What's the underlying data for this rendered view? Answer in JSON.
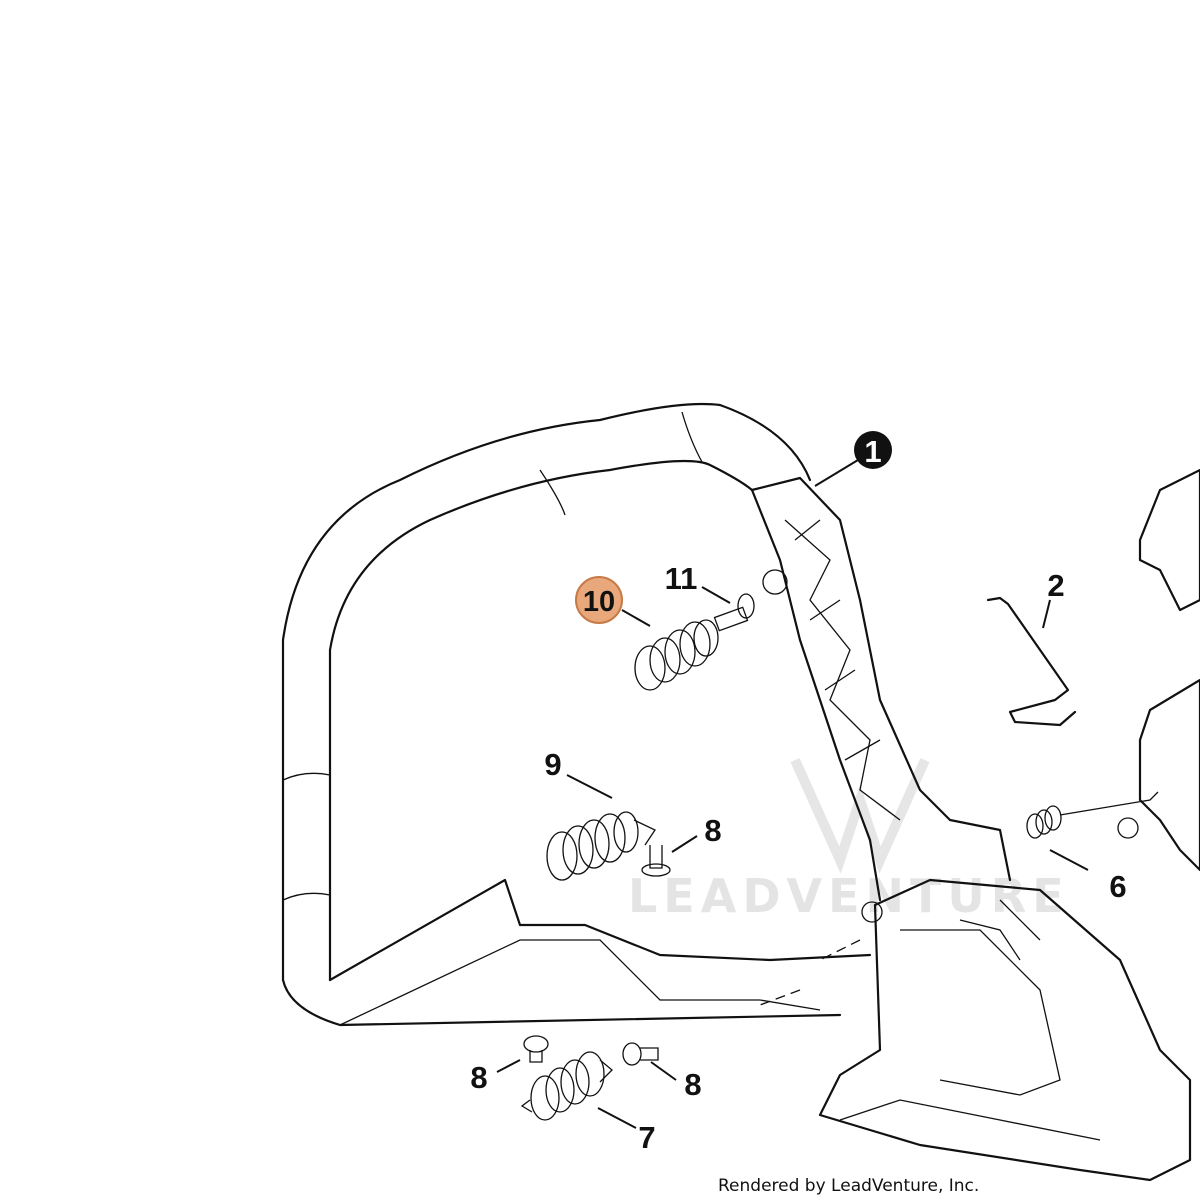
{
  "callouts": [
    {
      "id": "c1",
      "label": "1",
      "style": "filled"
    },
    {
      "id": "c2",
      "label": "2",
      "style": "plain"
    },
    {
      "id": "c6",
      "label": "6",
      "style": "plain"
    },
    {
      "id": "c7",
      "label": "7",
      "style": "plain"
    },
    {
      "id": "c8a",
      "label": "8",
      "style": "plain"
    },
    {
      "id": "c8b",
      "label": "8",
      "style": "plain"
    },
    {
      "id": "c8c",
      "label": "8",
      "style": "plain"
    },
    {
      "id": "c9",
      "label": "9",
      "style": "plain"
    },
    {
      "id": "c10",
      "label": "10",
      "style": "highlighted"
    },
    {
      "id": "c11",
      "label": "11",
      "style": "plain"
    }
  ],
  "watermark": "LEADVENTURE",
  "footer": "Rendered by LeadVenture, Inc.",
  "colors": {
    "line": "#111111",
    "highlight_fill": "#e8a87c",
    "highlight_stroke": "#c77a45",
    "filled_callout": "#111111",
    "watermark": "#e4e4e4"
  }
}
